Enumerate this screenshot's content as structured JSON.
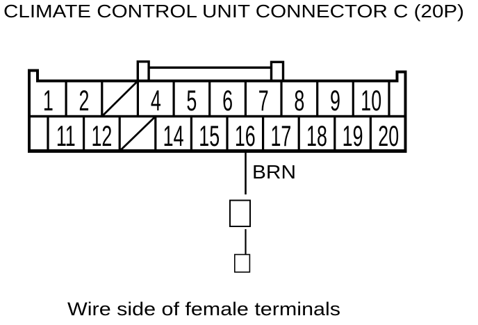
{
  "title": "CLIMATE CONTROL UNIT CONNECTOR C (20P)",
  "caption": "Wire side of female terminals",
  "wire": {
    "label": "BRN",
    "from_pin": "16"
  },
  "connector": {
    "description": "20-pin female connector, wire side view",
    "row1_pins": [
      "1",
      "2",
      "",
      "4",
      "5",
      "6",
      "7",
      "8",
      "9",
      "10"
    ],
    "row2_pins": [
      "11",
      "12",
      "",
      "14",
      "15",
      "16",
      "17",
      "18",
      "19",
      "20"
    ],
    "crossed_out_pins": [
      "3",
      "13"
    ]
  },
  "colors": {
    "ink": "#000000",
    "background": "#ffffff"
  }
}
